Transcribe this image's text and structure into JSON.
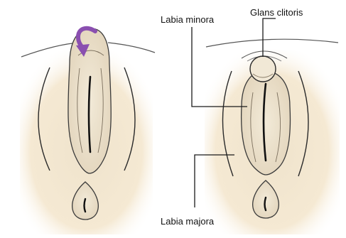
{
  "labels": {
    "labia_minora": "Labia minora",
    "glans_clitoris": "Glans clitoris",
    "labia_majora": "Labia majora"
  },
  "colors": {
    "skin_outer": "#f4e6cf",
    "skin_inner": "#ece2cf",
    "outline": "#2a2a2a",
    "arrow": "#8a4fb0",
    "leader_line": "#1a1a1a"
  }
}
